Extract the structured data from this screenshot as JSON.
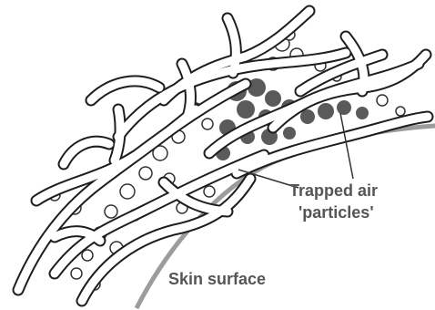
{
  "labels": {
    "trapped_air_line1": "Trapped air",
    "trapped_air_line2": "'particles'",
    "skin_surface": "Skin surface"
  },
  "colors": {
    "skin": "#9c9c9c",
    "fiber_stroke": "#1e1e1e",
    "fiber_fill": "#ffffff",
    "air_particle": "#5a5a5a",
    "label_text": "#555555"
  },
  "icons": {
    "fibers": "interwoven-fibers",
    "particles": "trapped-air-particles"
  }
}
